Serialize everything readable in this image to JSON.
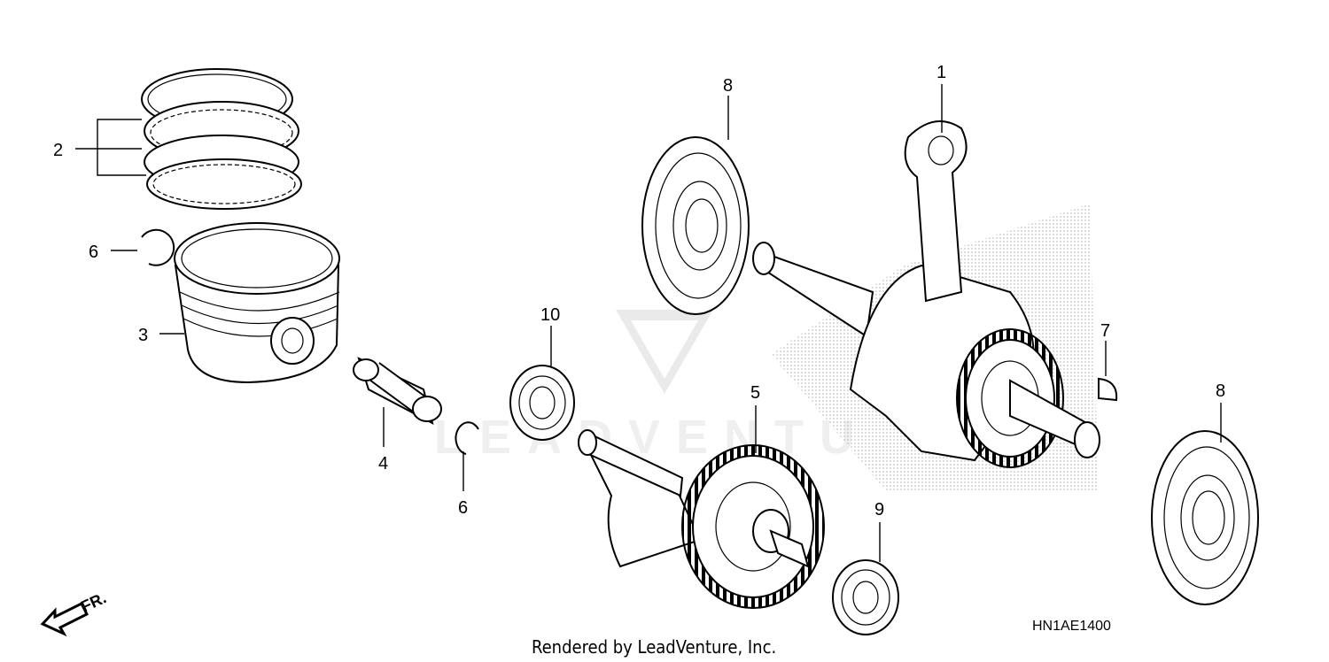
{
  "diagram": {
    "diagram_code": "HN1AE1400",
    "credit": "Rendered by LeadVenture, Inc.",
    "front_marker": "FR.",
    "callouts": [
      {
        "id": "1",
        "part": "crankshaft-connecting-rod"
      },
      {
        "id": "2",
        "part": "piston-ring-set"
      },
      {
        "id": "3",
        "part": "piston"
      },
      {
        "id": "4",
        "part": "piston-pin"
      },
      {
        "id": "5",
        "part": "balancer-shaft"
      },
      {
        "id": "6",
        "part": "piston-pin-clip"
      },
      {
        "id": "6",
        "part": "piston-pin-clip"
      },
      {
        "id": "7",
        "part": "woodruff-key"
      },
      {
        "id": "8",
        "part": "radial-ball-bearing"
      },
      {
        "id": "8",
        "part": "radial-ball-bearing"
      },
      {
        "id": "9",
        "part": "radial-ball-bearing"
      },
      {
        "id": "10",
        "part": "radial-ball-bearing"
      }
    ],
    "watermark_text": "LEADVENTURE"
  }
}
